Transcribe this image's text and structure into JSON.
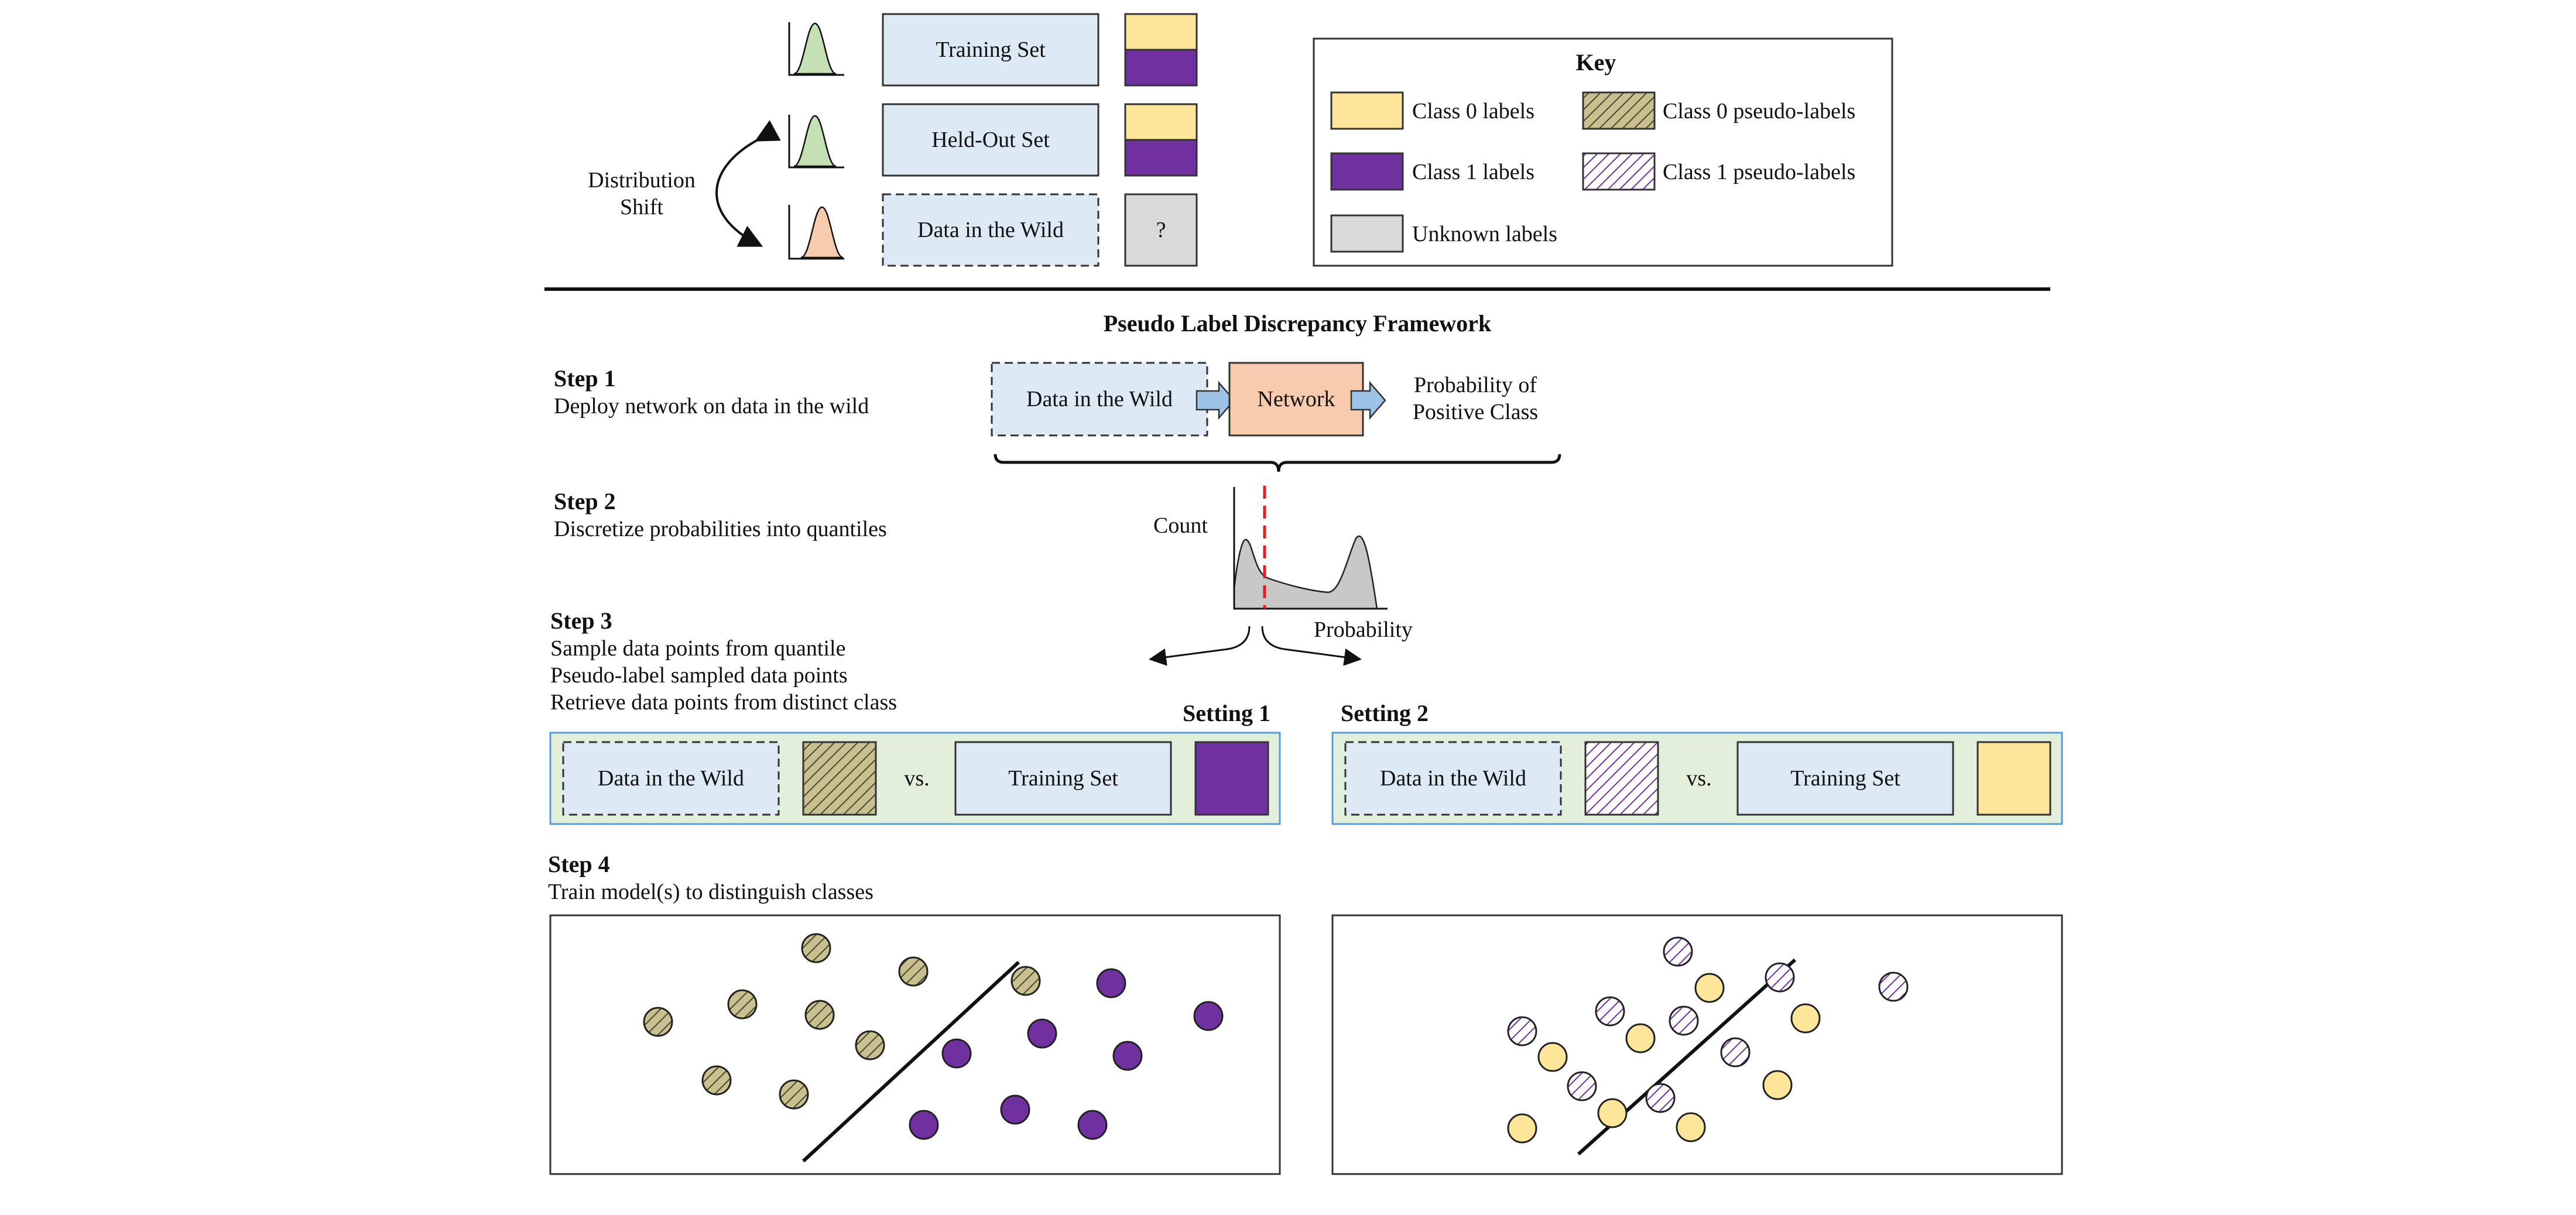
{
  "colors": {
    "set_fill": "#dde9f5",
    "class0": "#fde69a",
    "class1": "#7030a0",
    "unknown": "#d9d9d9",
    "network": "#f8cbad",
    "curve_green": "#c5e0b4",
    "curve_orange": "#f8cbad",
    "panel_green": "#e2efda",
    "arrow_blue": "#9dc3e6",
    "threshold_red": "#e02020",
    "pseudo0_bg": "#c9c08f",
    "pseudo1_bg": "#ffffff"
  },
  "top": {
    "training_set": "Training Set",
    "held_out_set": "Held-Out Set",
    "data_in_wild": "Data in the Wild",
    "unknown_mark": "?",
    "shift_line1": "Distribution",
    "shift_line2": "Shift"
  },
  "key": {
    "title": "Key",
    "class0_labels": "Class 0 labels",
    "class1_labels": "Class 1 labels",
    "unknown_labels": "Unknown labels",
    "class0_pseudo": "Class 0 pseudo-labels",
    "class1_pseudo": "Class 1 pseudo-labels"
  },
  "framework_title": "Pseudo Label Discrepancy Framework",
  "step1": {
    "title": "Step 1",
    "desc": "Deploy network on data in the wild",
    "data_box": "Data in the Wild",
    "network": "Network",
    "output_line1": "Probability of",
    "output_line2": "Positive Class"
  },
  "step2": {
    "title": "Step 2",
    "desc": "Discretize probabilities into quantiles",
    "y_label": "Count",
    "x_label": "Probability"
  },
  "step3": {
    "title": "Step 3",
    "line1": "Sample data points from quantile",
    "line2": "Pseudo-label sampled data points",
    "line3": "Retrieve data points from distinct class",
    "setting1": {
      "title": "Setting 1",
      "data_box": "Data in the Wild",
      "vs": "vs.",
      "train_box": "Training Set"
    },
    "setting2": {
      "title": "Setting 2",
      "data_box": "Data in the Wild",
      "vs": "vs.",
      "train_box": "Training Set"
    }
  },
  "step4": {
    "title": "Step 4",
    "desc": "Train model(s) to distinguish classes"
  }
}
